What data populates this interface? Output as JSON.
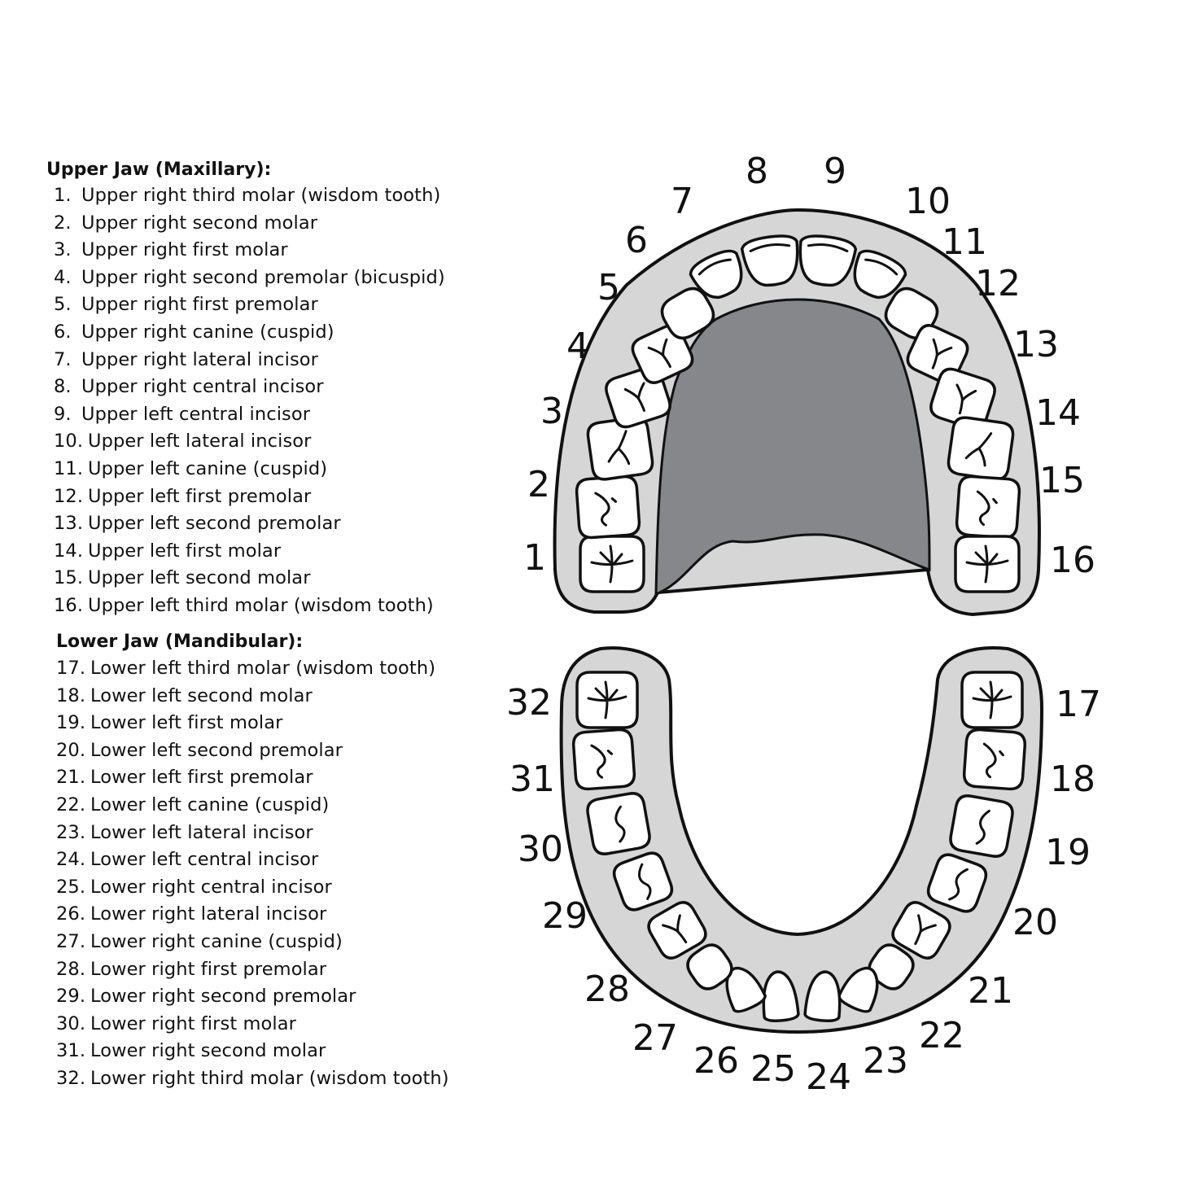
{
  "upper_jaw": {
    "heading": "Upper Jaw (Maxillary):",
    "items": [
      {
        "num": "1.",
        "label": "Upper right third molar (wisdom tooth)"
      },
      {
        "num": "2.",
        "label": "Upper right second molar"
      },
      {
        "num": "3.",
        "label": "Upper right first molar"
      },
      {
        "num": "4.",
        "label": "Upper right second premolar (bicuspid)"
      },
      {
        "num": "5.",
        "label": "Upper right first premolar"
      },
      {
        "num": "6.",
        "label": "Upper right canine (cuspid)"
      },
      {
        "num": "7.",
        "label": "Upper right lateral incisor"
      },
      {
        "num": "8.",
        "label": "Upper right central incisor"
      },
      {
        "num": "9.",
        "label": "Upper left central incisor"
      },
      {
        "num": "10.",
        "label": "Upper left lateral incisor"
      },
      {
        "num": "11.",
        "label": "Upper left canine (cuspid)"
      },
      {
        "num": "12.",
        "label": "Upper left first premolar"
      },
      {
        "num": "13.",
        "label": "Upper left second premolar"
      },
      {
        "num": "14.",
        "label": "Upper left first molar"
      },
      {
        "num": "15.",
        "label": "Upper left second molar"
      },
      {
        "num": "16.",
        "label": "Upper left third molar (wisdom tooth)"
      }
    ]
  },
  "lower_jaw": {
    "heading": "Lower Jaw (Mandibular):",
    "items": [
      {
        "num": "17.",
        "label": "Lower left third molar (wisdom tooth)"
      },
      {
        "num": "18.",
        "label": "Lower left second molar"
      },
      {
        "num": "19.",
        "label": "Lower left first molar"
      },
      {
        "num": "20.",
        "label": "Lower left second premolar"
      },
      {
        "num": "21.",
        "label": "Lower left first premolar"
      },
      {
        "num": "22.",
        "label": "Lower left canine (cuspid)"
      },
      {
        "num": "23.",
        "label": "Lower left lateral incisor"
      },
      {
        "num": "24.",
        "label": "Lower left central incisor"
      },
      {
        "num": "25.",
        "label": "Lower right central incisor"
      },
      {
        "num": "26.",
        "label": "Lower right lateral incisor"
      },
      {
        "num": "27.",
        "label": "Lower right canine (cuspid)"
      },
      {
        "num": "28.",
        "label": "Lower right first premolar"
      },
      {
        "num": "29.",
        "label": "Lower right second premolar"
      },
      {
        "num": "30.",
        "label": "Lower right first molar"
      },
      {
        "num": "31.",
        "label": "Lower right second molar"
      },
      {
        "num": "32.",
        "label": "Lower right third molar (wisdom tooth)"
      }
    ]
  },
  "tooth_numbers": [
    "1",
    "2",
    "3",
    "4",
    "5",
    "6",
    "7",
    "8",
    "9",
    "10",
    "11",
    "12",
    "13",
    "14",
    "15",
    "16",
    "17",
    "18",
    "19",
    "20",
    "21",
    "22",
    "23",
    "24",
    "25",
    "26",
    "27",
    "28",
    "29",
    "30",
    "31",
    "32"
  ],
  "colors": {
    "gum": "#d6d6d6",
    "palate": "#86878a",
    "tooth": "#ffffff",
    "outline": "#111111"
  }
}
